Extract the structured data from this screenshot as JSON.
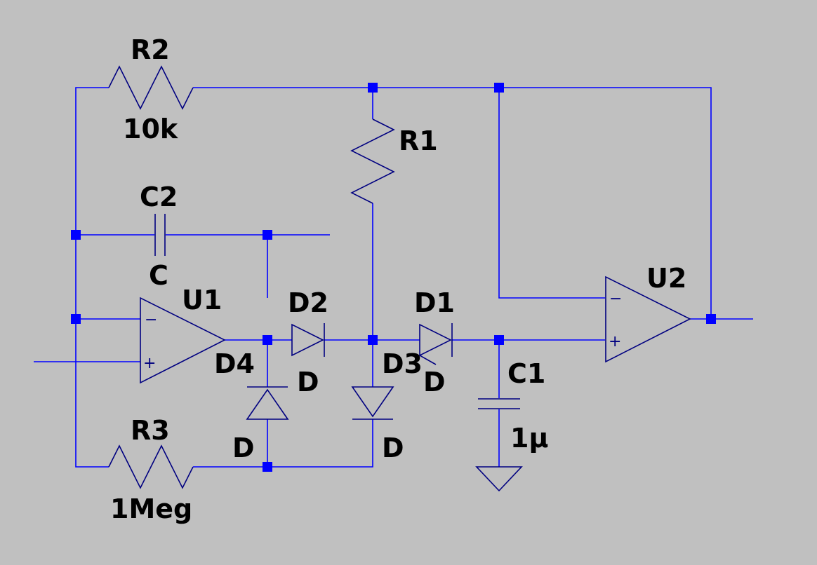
{
  "colors": {
    "background": "#C0C0C0",
    "wire": "#0000FF",
    "component": "#000080",
    "junction": "#0000FF",
    "text": "#000000"
  },
  "components": {
    "r1": {
      "name": "R1",
      "value": ""
    },
    "r2": {
      "name": "R2",
      "value": "10k"
    },
    "r3": {
      "name": "R3",
      "value": "1Meg"
    },
    "c1": {
      "name": "C1",
      "value": "1µ"
    },
    "c2": {
      "name": "C2",
      "value": "C"
    },
    "d1": {
      "name": "D1",
      "value": "D"
    },
    "d2": {
      "name": "D2",
      "value": "D"
    },
    "d3": {
      "name": "D3",
      "value": "D"
    },
    "d4": {
      "name": "D4",
      "value": "D"
    },
    "u1": {
      "name": "U1"
    },
    "u2": {
      "name": "U2"
    }
  },
  "pin_signs": {
    "minus": "−",
    "plus": "+"
  }
}
